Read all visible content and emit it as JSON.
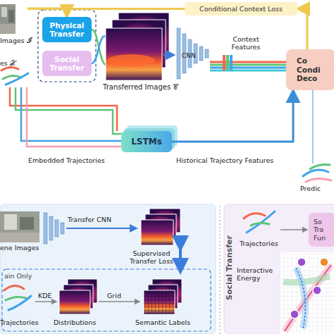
{
  "diagram": {
    "nodes": [
      {
        "text": [
          "Physical Transfer"
        ]
      },
      {
        "text": [
          "Social Transfer"
        ]
      },
      {
        "text": [
          "Conditional Context Loss"
        ]
      },
      {
        "text": [
          "Co Condi Deco"
        ]
      },
      {
        "text": [
          "LSTMs"
        ]
      },
      {
        "text": [
          "So Tra Fun"
        ]
      }
    ],
    "edges": [
      {
        "from": 4,
        "to": 3,
        "arrow": "to"
      },
      {
        "from": 3,
        "to": 2,
        "arrow": "to"
      },
      {
        "from": 2,
        "to": 0,
        "arrow": "to"
      }
    ],
    "labels": [
      "Images 𝓘",
      "es 𝒳",
      "Transferred Images 𝒞",
      "CNN",
      "Context Features",
      "Embedded Trajectories",
      "Historical Trajectory Features",
      "Predic",
      "ene Images",
      "Transfer CNN",
      "Supervised Transfer Loss",
      "ain Only",
      "Trajectories",
      "KDE",
      "Distributions",
      "Grid",
      "Semantic Labels",
      "Social Transfer",
      "Trajectories",
      "Interactive Energy"
    ]
  }
}
